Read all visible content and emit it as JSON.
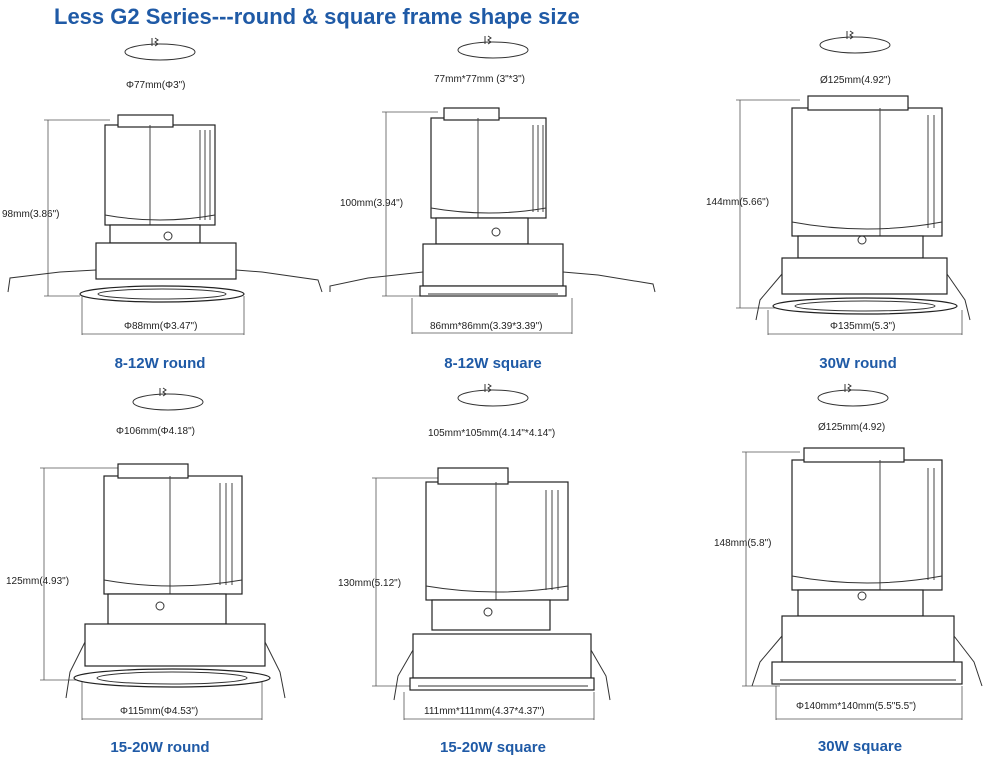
{
  "title": "Less G2 Series---round & square frame shape size",
  "products": [
    {
      "caption": "8-12W round",
      "top_dim": "Φ77mm(Φ3\")",
      "height_dim": "98mm(3.86\")",
      "bottom_dim": "Φ88mm(Φ3.47\")",
      "frame": "round"
    },
    {
      "caption": "8-12W square",
      "top_dim": "77mm*77mm (3\"*3\")",
      "height_dim": "100mm(3.94\")",
      "bottom_dim": "86mm*86mm(3.39*3.39\")",
      "frame": "square"
    },
    {
      "caption": "30W round",
      "top_dim": "Ø125mm(4.92\")",
      "height_dim": "144mm(5.66\")",
      "bottom_dim": "Φ135mm(5.3\")",
      "frame": "round"
    },
    {
      "caption": "15-20W round",
      "top_dim": "Φ106mm(Φ4.18\")",
      "height_dim": "125mm(4.93\")",
      "bottom_dim": "Φ115mm(Φ4.53\")",
      "frame": "round"
    },
    {
      "caption": "15-20W square",
      "top_dim": "105mm*105mm(4.14\"*4.14\")",
      "height_dim": "130mm(5.12\")",
      "bottom_dim": "111mm*111mm(4.37*4.37\")",
      "frame": "square"
    },
    {
      "caption": "30W square",
      "top_dim": "Ø125mm(4.92)",
      "height_dim": "148mm(5.8\")",
      "bottom_dim": "Φ140mm*140mm(5.5\"5.5\")",
      "frame": "square"
    }
  ]
}
